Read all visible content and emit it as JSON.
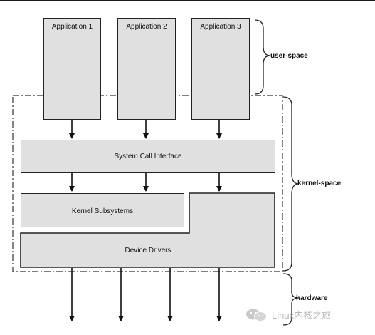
{
  "applications": [
    {
      "label": "Application 1"
    },
    {
      "label": "Application 2"
    },
    {
      "label": "Application 3"
    }
  ],
  "syscall": {
    "label": "System Call Interface"
  },
  "kernel_subsystems": {
    "label": "Kernel Subsystems"
  },
  "device_drivers": {
    "label": "Device Drivers"
  },
  "regions": {
    "user_space": "user-space",
    "kernel_space": "kernel-space",
    "hardware": "hardware"
  },
  "watermark": {
    "text": "Linux内核之旅",
    "icon": "wechat-icon"
  },
  "colors": {
    "box_fill": "#e0e0e0",
    "stroke": "#222222",
    "watermark": "#b9b9b9"
  }
}
